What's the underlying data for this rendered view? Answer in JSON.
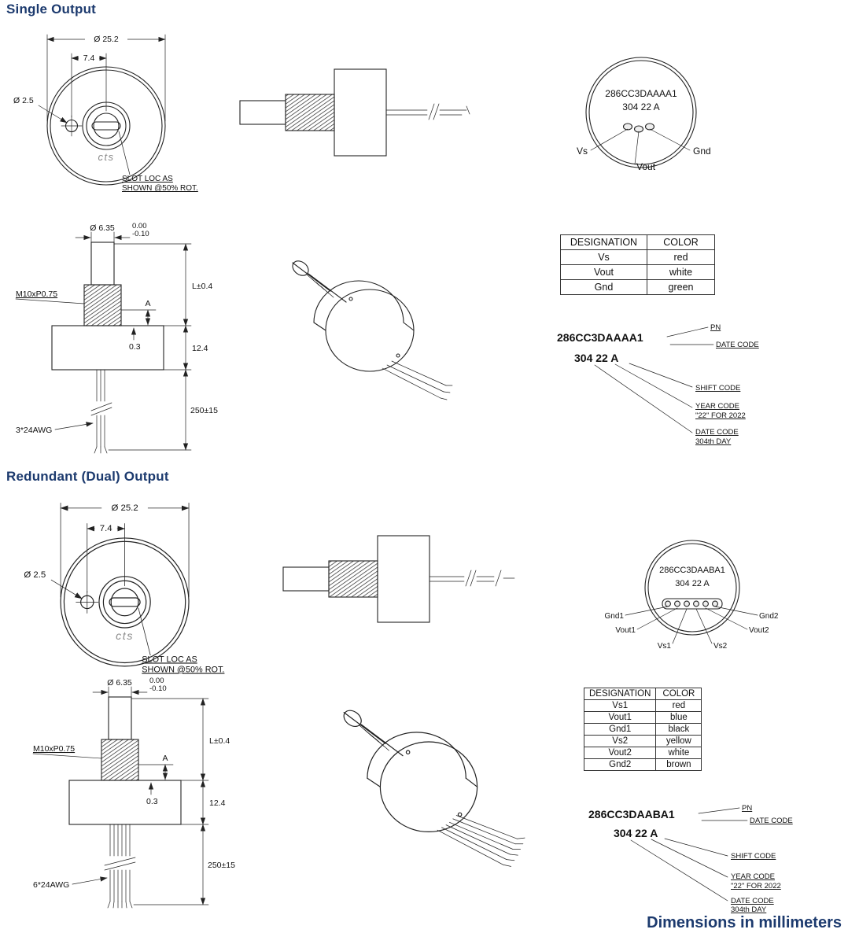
{
  "page": {
    "section1_title": "Single Output",
    "section2_title": "Redundant (Dual) Output",
    "footer_note": "Dimensions in millimeters",
    "colors": {
      "heading": "#1c3a6e",
      "drawing_line": "#222222"
    }
  },
  "single": {
    "front": {
      "dim_outer_diameter": "Ø 25.2",
      "dim_slot_offset": "7.4",
      "dim_hole_diameter": "Ø 2.5",
      "slot_note_line1": "SLOT LOC AS",
      "slot_note_line2": "SHOWN @50% ROT.",
      "logo": "cts"
    },
    "back": {
      "part_number": "286CC3DAAAA1",
      "date_code": "304 22 A",
      "pin_labels": [
        "Vs",
        "Vout",
        "Gnd"
      ]
    },
    "side": {
      "dim_shaft_diameter": "Ø 6.35",
      "tol_upper": "0.00",
      "tol_lower": "-0.10",
      "thread_spec": "M10xP0.75",
      "dim_length": "L±0.4",
      "dim_a": "A",
      "dim_body_height": "12.4",
      "dim_step": "0.3",
      "dim_wire_length": "250±15",
      "wire_gauge": "3*24AWG"
    },
    "wiring_table": {
      "headers": [
        "DESIGNATION",
        "COLOR"
      ],
      "rows": [
        [
          "Vs",
          "red"
        ],
        [
          "Vout",
          "white"
        ],
        [
          "Gnd",
          "green"
        ]
      ]
    },
    "marking": {
      "part_number": "286CC3DAAAA1",
      "date_code": "304 22 A",
      "label_pn": "PN",
      "label_date_code": "DATE CODE",
      "label_shift_code": "SHIFT CODE",
      "label_year_code_1": "YEAR CODE",
      "label_year_code_2": "\"22\" FOR 2022",
      "label_day_code_1": "DATE CODE",
      "label_day_code_2": "304th DAY"
    }
  },
  "dual": {
    "front": {
      "dim_outer_diameter": "Ø 25.2",
      "dim_slot_offset": "7.4",
      "dim_hole_diameter": "Ø 2.5",
      "slot_note_line1": "SLOT LOC AS",
      "slot_note_line2": "SHOWN @50% ROT.",
      "logo": "cts"
    },
    "back": {
      "part_number": "286CC3DAABA1",
      "date_code": "304 22 A",
      "pin_labels": [
        "Gnd1",
        "Vout1",
        "Vs1",
        "Vs2",
        "Vout2",
        "Gnd2"
      ]
    },
    "side": {
      "dim_shaft_diameter": "Ø 6.35",
      "tol_upper": "0.00",
      "tol_lower": "-0.10",
      "thread_spec": "M10xP0.75",
      "dim_length": "L±0.4",
      "dim_a": "A",
      "dim_body_height": "12.4",
      "dim_step": "0.3",
      "dim_wire_length": "250±15",
      "wire_gauge": "6*24AWG"
    },
    "wiring_table": {
      "headers": [
        "DESIGNATION",
        "COLOR"
      ],
      "rows": [
        [
          "Vs1",
          "red"
        ],
        [
          "Vout1",
          "blue"
        ],
        [
          "Gnd1",
          "black"
        ],
        [
          "Vs2",
          "yellow"
        ],
        [
          "Vout2",
          "white"
        ],
        [
          "Gnd2",
          "brown"
        ]
      ]
    },
    "marking": {
      "part_number": "286CC3DAABA1",
      "date_code": "304 22 A",
      "label_pn": "PN",
      "label_date_code": "DATE CODE",
      "label_shift_code": "SHIFT CODE",
      "label_year_code_1": "YEAR CODE",
      "label_year_code_2": "\"22\" FOR 2022",
      "label_day_code_1": "DATE CODE",
      "label_day_code_2": "304th DAY"
    }
  }
}
